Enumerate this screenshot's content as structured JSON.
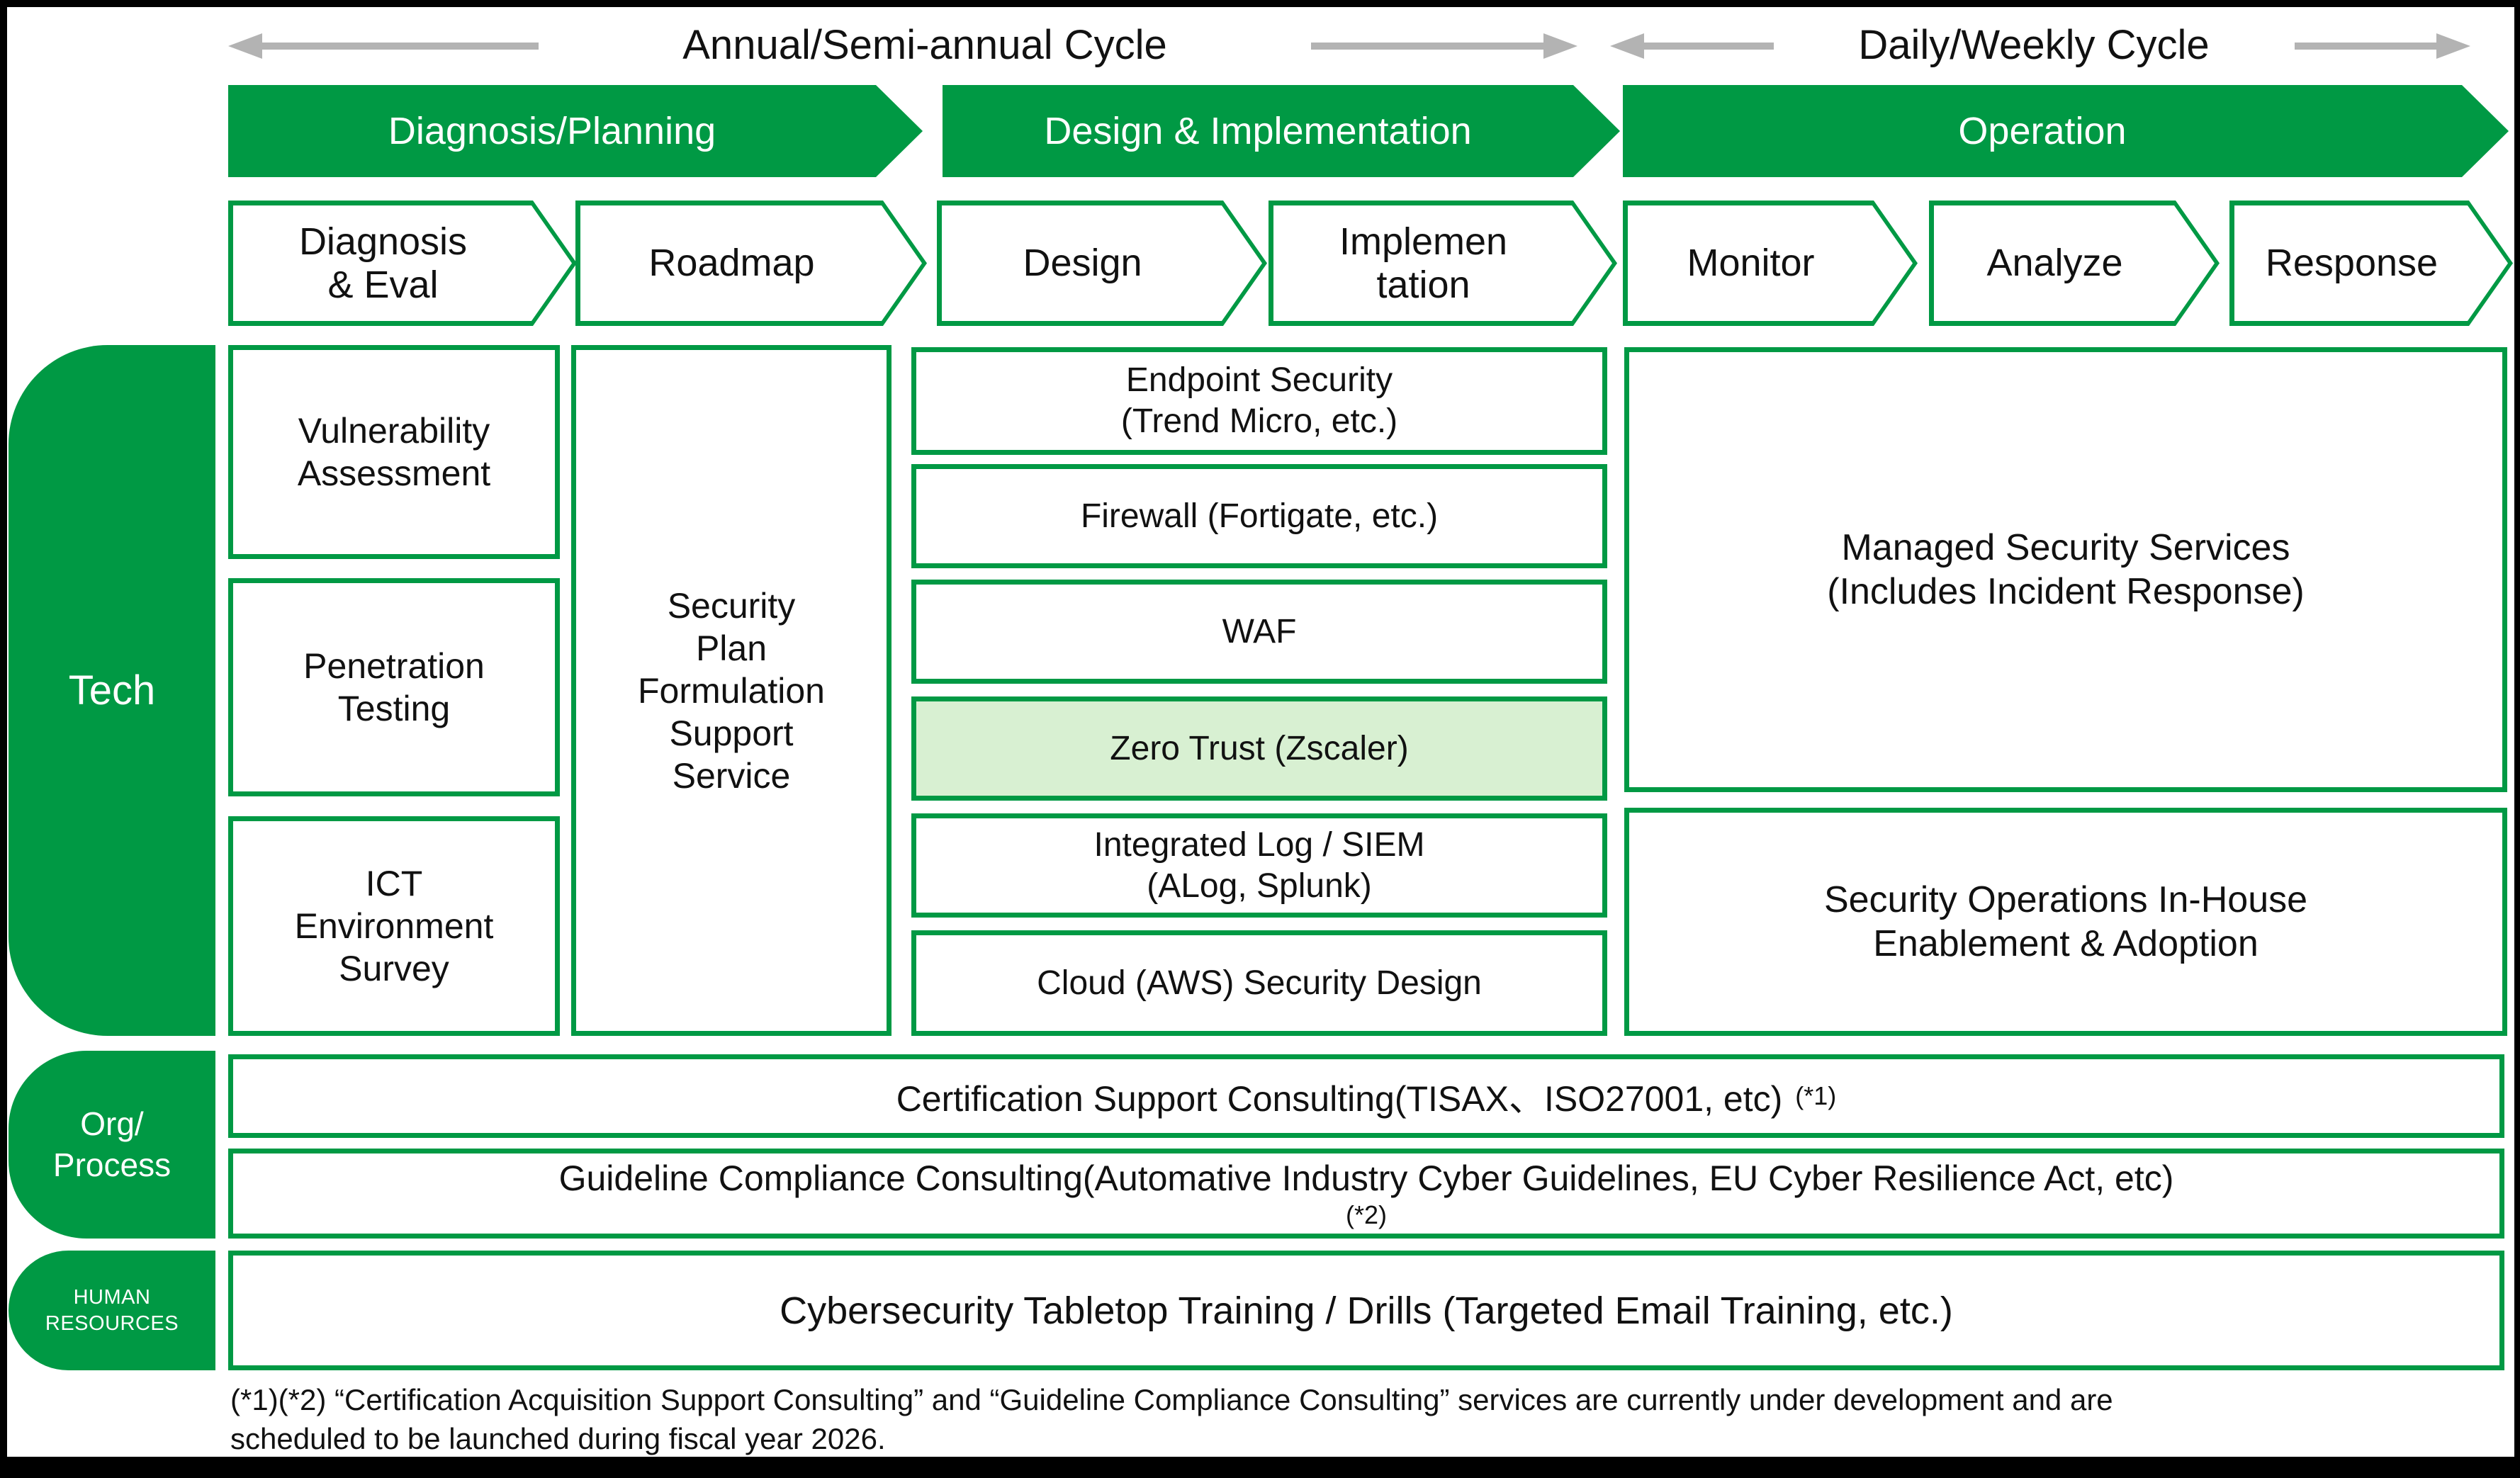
{
  "page": {
    "title_annual": "Annual/Semi-annual Cycle",
    "title_daily": "Daily/Weekly Cycle"
  },
  "phases": [
    {
      "label": "Diagnosis/Planning"
    },
    {
      "label": "Design & Implementation"
    },
    {
      "label": "Operation"
    }
  ],
  "steps": [
    {
      "label": "Diagnosis\n& Eval"
    },
    {
      "label": "Roadmap"
    },
    {
      "label": "Design"
    },
    {
      "label": "Implemen\ntation"
    },
    {
      "label": "Monitor"
    },
    {
      "label": "Analyze"
    },
    {
      "label": "Response"
    }
  ],
  "lanes": {
    "tech": {
      "label": "Tech"
    },
    "org": {
      "label": "Org/\nProcess"
    },
    "hr": {
      "label": "HUMAN\nRESOURCES"
    }
  },
  "tech": {
    "diagnosis_boxes": [
      {
        "label": "Vulnerability\nAssessment"
      },
      {
        "label": "Penetration\nTesting"
      },
      {
        "label": "ICT\nEnvironment\nSurvey"
      }
    ],
    "plan_box": {
      "label": "Security\nPlan\nFormulation\nSupport\nService"
    },
    "design_boxes": [
      {
        "label": "Endpoint Security\n(Trend Micro, etc.)",
        "highlight": false
      },
      {
        "label": "Firewall (Fortigate, etc.)",
        "highlight": false
      },
      {
        "label": "WAF",
        "highlight": false
      },
      {
        "label": "Zero Trust (Zscaler)",
        "highlight": true
      },
      {
        "label": "Integrated Log / SIEM\n(ALog, Splunk)",
        "highlight": false
      },
      {
        "label": "Cloud (AWS) Security Design",
        "highlight": false
      }
    ],
    "operation_boxes": [
      {
        "label": "Managed Security Services\n(Includes Incident Response)"
      },
      {
        "label": "Security Operations In-House\nEnablement & Adoption"
      }
    ]
  },
  "org_rows": [
    {
      "label": "Certification Support Consulting(TISAX、ISO27001, etc)",
      "note": "(*1)"
    },
    {
      "label": "Guideline Compliance Consulting(Automative Industry Cyber Guidelines, EU Cyber Resilience Act, etc)",
      "note": "(*2)"
    }
  ],
  "hr_row": {
    "label": "Cybersecurity Tabletop Training / Drills (Targeted Email Training, etc.)"
  },
  "footnote": "(*1)(*2) “Certification Acquisition Support Consulting” and “Guideline Compliance Consulting” services are currently under development and are\nscheduled to be launched during fiscal year 2026.",
  "colors": {
    "green": "#009944",
    "light_green": "#d8f0d2",
    "arrow_gray": "#b3b3b3"
  }
}
